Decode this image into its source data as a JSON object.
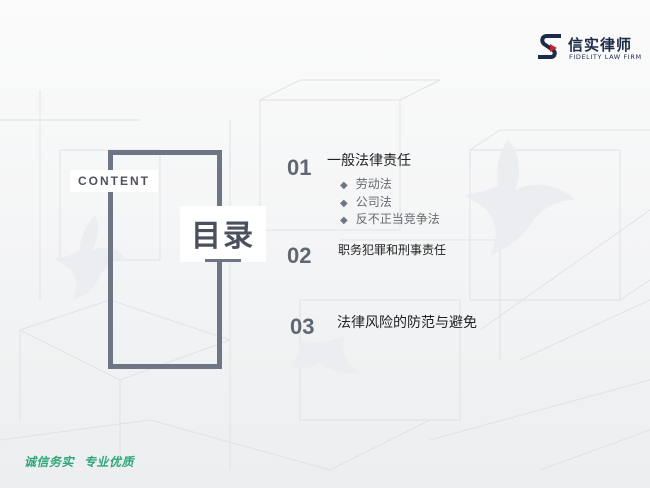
{
  "logo": {
    "name_cn": "信实律师",
    "name_en": "FIDELITY LAW FIRM"
  },
  "content_label": "CONTENT",
  "toc_title": "目录",
  "items": [
    {
      "num": "01",
      "title": "一般法律责任",
      "subitems": [
        "劳动法",
        "公司法",
        "反不正当竞争法"
      ]
    },
    {
      "num": "02",
      "title": "职务犯罪和刑事责任"
    },
    {
      "num": "03",
      "title": "法律风险的防范与避免"
    }
  ],
  "slogan": [
    "诚信务实",
    "专业优质"
  ],
  "colors": {
    "frame": "#6e7584",
    "logo_navy": "#1c2b48",
    "logo_red": "#c0262d",
    "slogan_green": "#2fa879"
  },
  "icons": {
    "logo_mark": "stylized-s-with-red-chevron",
    "bullet": "diamond"
  }
}
